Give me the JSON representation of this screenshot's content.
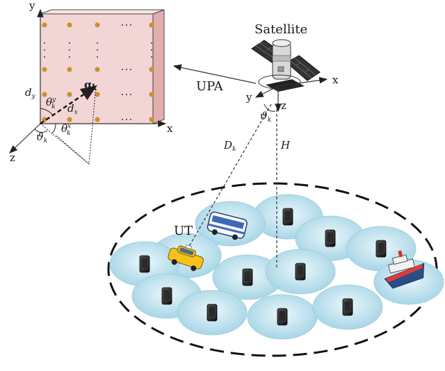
{
  "array": {
    "axis_y": "y",
    "axis_x": "x",
    "axis_z": "z",
    "dy": "d",
    "dy_sub": "y",
    "dx": "d",
    "dx_sub": "x",
    "gk": "g",
    "gk_sub": "k",
    "theta_y": "θ",
    "theta_y_sup": "y",
    "theta_y_sub": "k",
    "theta_x": "θ",
    "theta_x_sup": "x",
    "theta_x_sub": "k",
    "vartheta": "ϑ",
    "vartheta_sub": "k",
    "dots": "· · · ·"
  },
  "satellite": {
    "name": "Satellite",
    "upa": "UPA",
    "axis_x": "x",
    "axis_y": "y",
    "axis_z": "z",
    "vartheta": "ϑ",
    "vartheta_sub": "k"
  },
  "links": {
    "dk": "D",
    "dk_sub": "k",
    "h": "H"
  },
  "ground": {
    "ut": "UT"
  },
  "colors": {
    "panel_face": "#f2d6d6",
    "panel_side": "#e6b2b2",
    "antenna": "#c8922e",
    "cell": "#bfe2ee",
    "cell_edge": "#9fcfe0"
  }
}
